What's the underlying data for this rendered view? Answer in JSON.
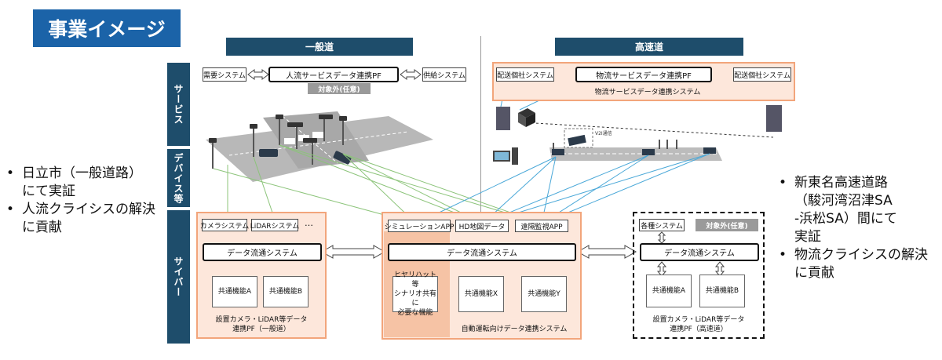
{
  "title": "事業イメージ",
  "bullets_left": [
    {
      "lines": [
        "日立市（一般道路）",
        "にて実証"
      ]
    },
    {
      "lines": [
        "人流クライシスの解決",
        "に貢献"
      ]
    }
  ],
  "bullets_right": [
    {
      "lines": [
        "新東名高速道路",
        "（駿河湾沼津SA",
        "-浜松SA）間にて",
        "実証"
      ]
    },
    {
      "lines": [
        "物流クライシスの解決",
        "に貢献"
      ]
    }
  ],
  "layers": {
    "service": "サービス",
    "device": "デバイス等",
    "cyber": "サイバー"
  },
  "columns": {
    "general": "一般道",
    "highway": "高速道"
  },
  "general_service": {
    "demand": "需要システム",
    "pf": "人流サービスデータ連携PF",
    "supply": "供給システム",
    "out_of_scope": "対象外(任意)"
  },
  "highway_service": {
    "left": "配送個社システム",
    "pf": "物流サービスデータ連携PF",
    "right": "配送個社システム",
    "caption": "物流サービスデータ連携システム",
    "v2i": "V2I通信"
  },
  "cyber_general": {
    "camera": "カメラシステム",
    "lidar": "LiDARシステム",
    "ellipsis": "…",
    "dist": "データ流通システム",
    "funcA": "共通機能A",
    "funcB": "共通機能B",
    "caption1": "設置カメラ・LiDAR等データ",
    "caption2": "連携PF（一般道）"
  },
  "cyber_center": {
    "sim": "シミュレーションAPP",
    "hd": "HD地図データ",
    "remote": "遠隔監視APP",
    "dist": "データ流通システム",
    "hiyari1": "ヒヤリハット等",
    "hiyari2": "シナリオ共有に",
    "hiyari3": "必要な機能",
    "funcX": "共通機能X",
    "funcY": "共通機能Y",
    "caption": "自動運転向けデータ連携システム"
  },
  "cyber_highway": {
    "various": "各種システム",
    "out_of_scope": "対象外(任意)",
    "dist": "データ流通システム",
    "funcA": "共通機能A",
    "funcB": "共通機能B",
    "caption1": "設置カメラ・LiDAR等データ",
    "caption2": "連携PF（高速道）"
  },
  "colors": {
    "banner": "#1b63a8",
    "layer_bar": "#1e4d6b",
    "orange_border": "#f2a57b",
    "orange_fill": "#fde7db",
    "green_link": "#8cc47a",
    "blue_link": "#4aa8d8"
  }
}
